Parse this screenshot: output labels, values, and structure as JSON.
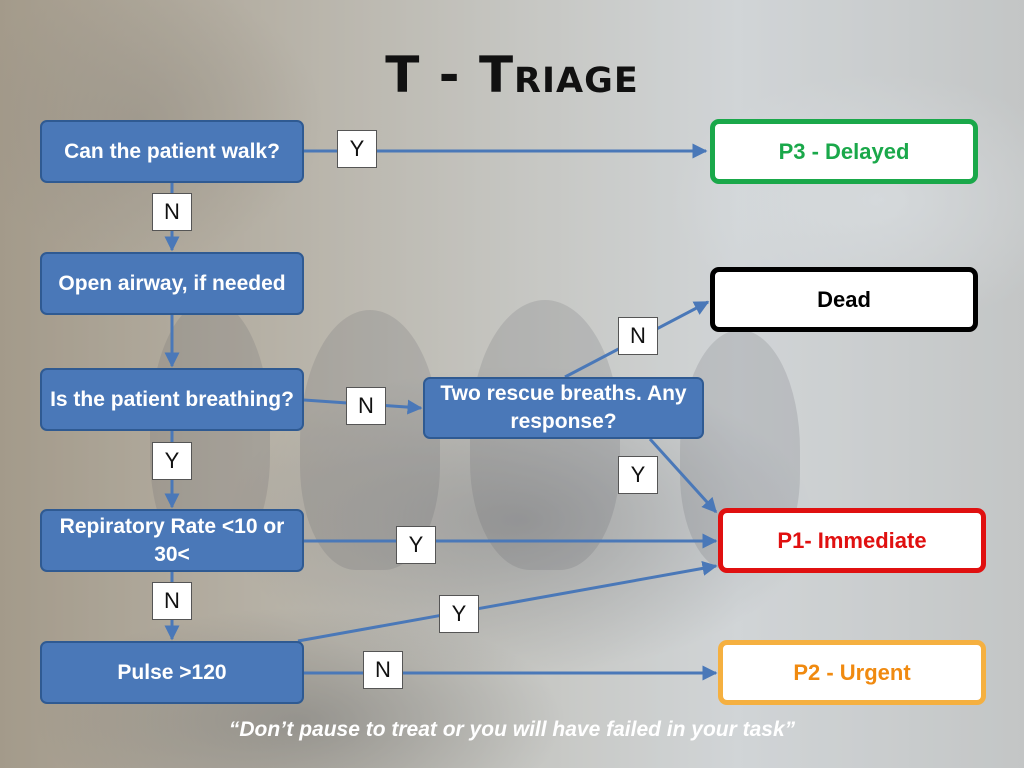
{
  "title": {
    "initial": "T",
    "dash": "-",
    "rest": "Triage"
  },
  "nodes": {
    "walk": "Can the patient walk?",
    "airway": "Open airway, if needed",
    "breathing": "Is the patient breathing?",
    "rescue": "Two rescue breaths. Any response?",
    "resp_rate": "Repiratory Rate <10 or 30<",
    "pulse": "Pulse >120",
    "p3": "P3  - Delayed",
    "dead": "Dead",
    "p1": "P1- Immediate",
    "p2": "P2 - Urgent"
  },
  "edge_labels": {
    "walk_yes": "Y",
    "walk_no": "N",
    "breathing_no": "N",
    "rescue_no": "N",
    "breathing_yes": "Y",
    "rescue_yes": "Y",
    "resp_yes": "Y",
    "resp_no": "N",
    "pulse_yes": "Y",
    "pulse_no": "N"
  },
  "colors": {
    "question_fill": "#4a78b8",
    "arrow": "#4a78b8",
    "p3_border": "#1aa84a",
    "p3_text": "#1aa84a",
    "dead_border": "#000000",
    "p1_border": "#e01010",
    "p1_text": "#e01010",
    "p2_border": "#f5b040",
    "p2_text": "#f08a10"
  },
  "quote": "“Don’t pause to treat or you will have failed in your task”"
}
